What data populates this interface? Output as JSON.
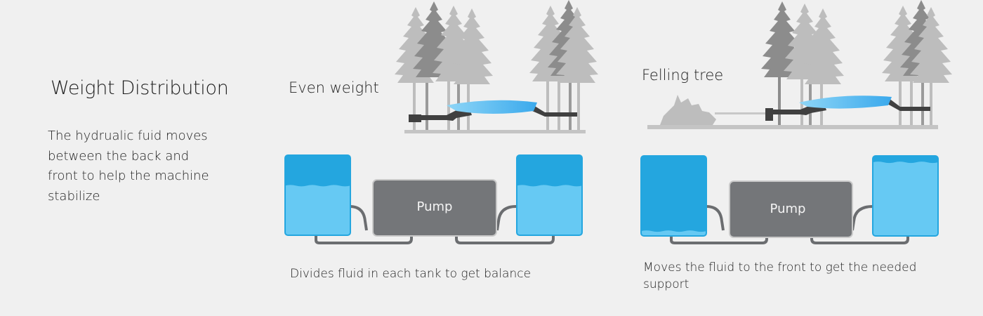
{
  "header": {
    "title": "Weight Distribution",
    "description": "The hydrualic fuid moves between the back and front to help the machine stabilize"
  },
  "scenarios": [
    {
      "label": "Even weight",
      "pump_label": "Pump",
      "caption": "Divides fluid in each tank to get balance",
      "back_tank_fill": 0.62,
      "front_tank_fill": 0.62
    },
    {
      "label": "Felling tree",
      "pump_label": "Pump",
      "caption": "Moves the fluid to the front to get the needed support",
      "back_tank_fill": 0.06,
      "front_tank_fill": 0.92
    }
  ],
  "colors": {
    "background": "#f0f0f0",
    "tank_dark": "#24a6df",
    "tank_fluid": "#66c9f3",
    "pump": "#747679",
    "pipe": "#6b6d70",
    "machine": "#404040",
    "tree_light": "#b9b9b9",
    "tree_dark": "#8c8c8c",
    "cabin_blue_start": "#8fd6f7",
    "cabin_blue_end": "#3aa9ec"
  }
}
